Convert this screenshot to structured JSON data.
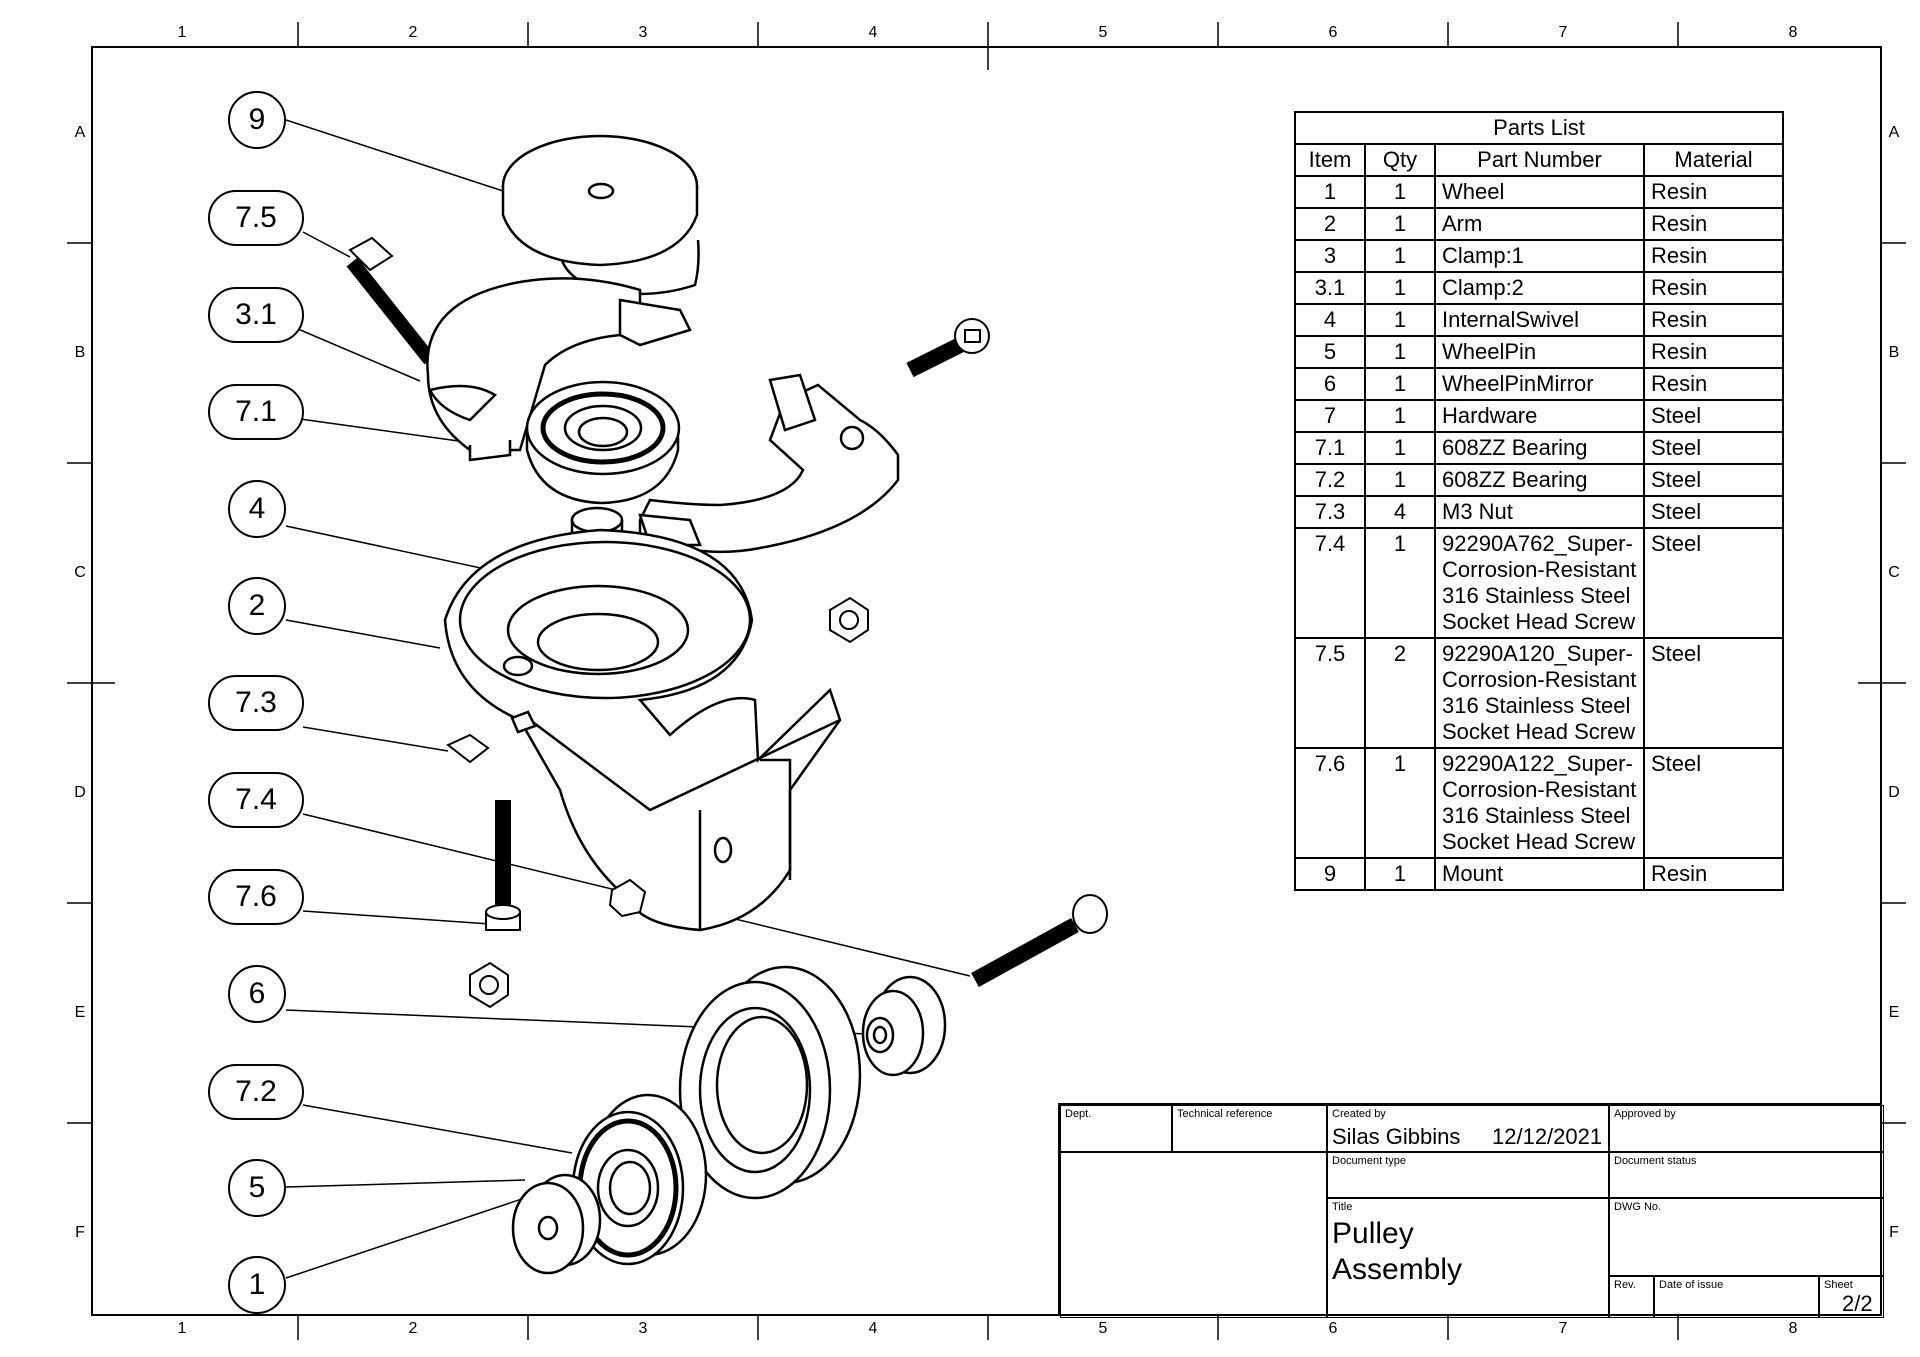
{
  "zones": {
    "columns": [
      "1",
      "2",
      "3",
      "4",
      "5",
      "6",
      "7",
      "8"
    ],
    "rows": [
      "A",
      "B",
      "C",
      "D",
      "E",
      "F"
    ]
  },
  "balloons": [
    "9",
    "7.5",
    "3.1",
    "7.1",
    "4",
    "2",
    "7.3",
    "7.4",
    "7.6",
    "6",
    "7.2",
    "5",
    "1"
  ],
  "parts_list": {
    "title": "Parts List",
    "headers": [
      "Item",
      "Qty",
      "Part Number",
      "Material"
    ],
    "rows": [
      [
        "1",
        "1",
        "Wheel",
        "Resin"
      ],
      [
        "2",
        "1",
        "Arm",
        "Resin"
      ],
      [
        "3",
        "1",
        "Clamp:1",
        "Resin"
      ],
      [
        "3.1",
        "1",
        "Clamp:2",
        "Resin"
      ],
      [
        "4",
        "1",
        "InternalSwivel",
        "Resin"
      ],
      [
        "5",
        "1",
        "WheelPin",
        "Resin"
      ],
      [
        "6",
        "1",
        "WheelPinMirror",
        "Resin"
      ],
      [
        "7",
        "1",
        "Hardware",
        "Steel"
      ],
      [
        "7.1",
        "1",
        "608ZZ Bearing",
        "Steel"
      ],
      [
        "7.2",
        "1",
        "608ZZ Bearing",
        "Steel"
      ],
      [
        "7.3",
        "4",
        "M3 Nut",
        "Steel"
      ],
      [
        "7.4",
        "1",
        "92290A762_Super-Corrosion-Resistant 316 Stainless Steel Socket Head Screw",
        "Steel"
      ],
      [
        "7.5",
        "2",
        "92290A120_Super-Corrosion-Resistant 316 Stainless Steel Socket Head Screw",
        "Steel"
      ],
      [
        "7.6",
        "1",
        "92290A122_Super-Corrosion-Resistant 316 Stainless Steel Socket Head Screw",
        "Steel"
      ],
      [
        "9",
        "1",
        "Mount",
        "Resin"
      ]
    ]
  },
  "title_block": {
    "dept_label": "Dept.",
    "tech_ref_label": "Technical reference",
    "created_by_label": "Created by",
    "created_by": "Silas Gibbins",
    "created_date": "12/12/2021",
    "approved_by_label": "Approved by",
    "doc_type_label": "Document type",
    "doc_status_label": "Document status",
    "title_label": "Title",
    "title_line1": "Pulley",
    "title_line2": "Assembly",
    "dwg_label": "DWG No.",
    "rev_label": "Rev.",
    "date_issue_label": "Date of issue",
    "sheet_label": "Sheet",
    "sheet_value": "2/2"
  }
}
